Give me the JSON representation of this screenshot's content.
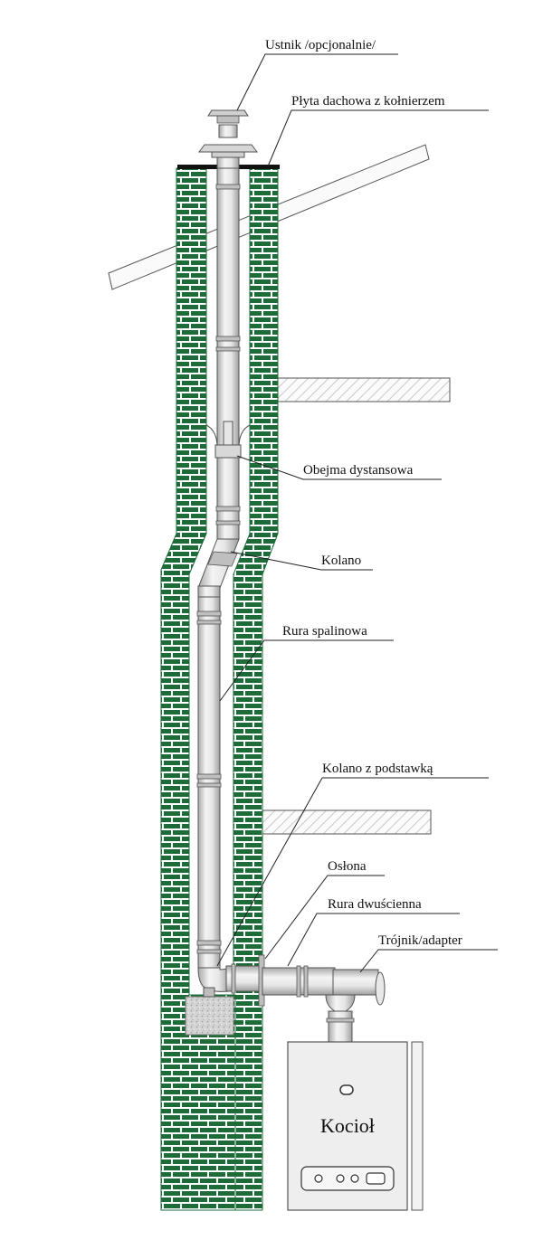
{
  "labels": {
    "cap": "Ustnik /opcjonalnie/",
    "roof_plate": "Płyta dachowa z kołnierzem",
    "spacer": "Obejma dystansowa",
    "elbow": "Kolano",
    "flue_pipe": "Rura spalinowa",
    "elbow_base": "Kolano z podstawką",
    "cover": "Osłona",
    "double_pipe": "Rura dwuścienna",
    "tee": "Trójnik/adapter",
    "boiler": "Kocioł"
  },
  "colors": {
    "brick": "#1e6b3a",
    "mortar": "#ffffff",
    "pipe_light": "#f4f4f4",
    "pipe_dark": "#a8a8a8",
    "concrete": "#cfcfcf"
  },
  "icons": [
    "brick-wall",
    "roof-beam",
    "floor-slab",
    "chimney-cap",
    "pipe-elbow",
    "tee-adapter",
    "boiler-unit"
  ]
}
